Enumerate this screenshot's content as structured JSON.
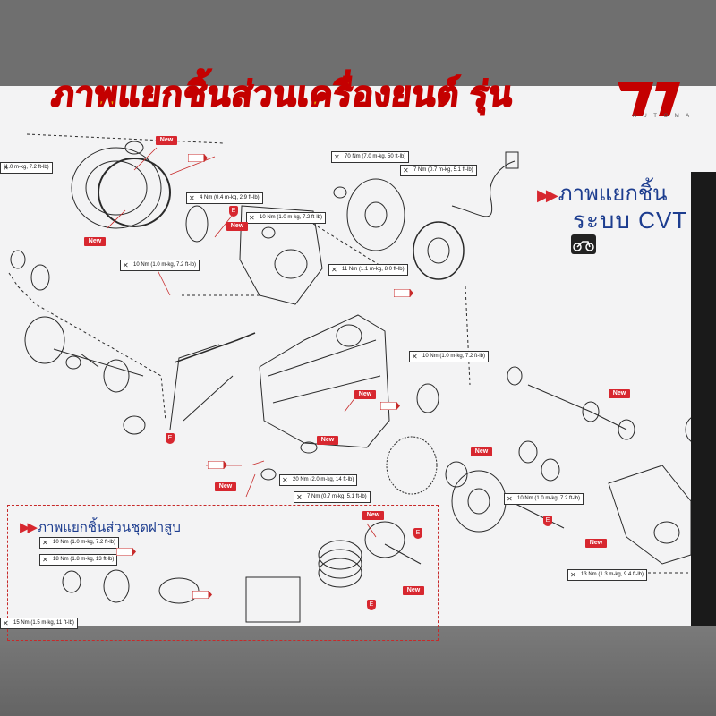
{
  "poster": {
    "title": "ภาพแยกชิ้นส่วนเครื่องยนต์ รุ่น",
    "brand_sub": "A U T O M A"
  },
  "sections": {
    "cvt_title": "ภาพแยกชิ้น",
    "cvt_subtitle": "ระบบ CVT",
    "head_title": "ภาพแยกชิ้นส่วนชุดฝาสูบ"
  },
  "badges": {
    "new": "New",
    "e": "E"
  },
  "callouts": [
    "(1.0 m-kg, 7.2 ft-lb)",
    "70 Nm (7.0 m-kg, 50 ft-lb)",
    "7 Nm (0.7 m-kg, 5.1 ft-lb)",
    "4 Nm (0.4 m-kg, 2.9 ft-lb)",
    "10 Nm (1.0 m-kg, 7.2 ft-lb)",
    "10 Nm (1.0 m-kg, 7.2 ft-lb)",
    "11 Nm (1.1 m-kg, 8.0 ft-lb)",
    "10 Nm (1.0 m-kg, 7.2 ft-lb)",
    "20 Nm (2.0 m-kg, 14 ft-lb)",
    "7 Nm (0.7 m-kg, 5.1 ft-lb)",
    "10 Nm (1.0 m-kg, 7.2 ft-lb)",
    "10 Nm (1.0 m-kg, 7.2 ft-lb)",
    "18 Nm (1.8 m-kg, 13 ft-lb)",
    "13 Nm (1.3 m-kg, 9.4 ft-lb)",
    "15 Nm (1.5 m-kg, 11 ft-lb)"
  ],
  "colors": {
    "accent_red": "#d7272f",
    "title_yellow": "#e6b400",
    "heading_blue": "#1d3d8f"
  }
}
